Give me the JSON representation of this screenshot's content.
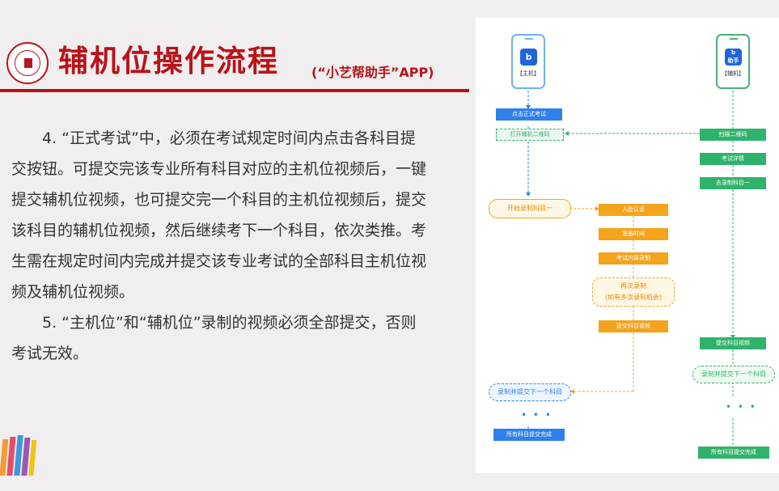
{
  "header": {
    "title": "辅机位操作流程",
    "subtitle": "(“小艺帮助手”APP)"
  },
  "paragraphs": [
    "4. “正式考试”中，必须在考试规定时间内点击各科目提交按钮。可提交完该专业所有科目对应的主机位视频后，一键提交辅机位视频，也可提交完一个科目的主机位视频后，提交该科目的辅机位视频，然后继续考下一个科目，依次类推。考生需在规定时间内完成并提交该专业考试的全部科目主机位视频及辅机位视频。",
    "5. “主机位”和“辅机位”录制的视频必须全部提交，否则考试无效。"
  ],
  "flow": {
    "colors": {
      "blue": "#2f80ea",
      "green": "#2fb36c",
      "orange": "#f4a31c"
    },
    "main_phone_label": "【主机】",
    "aux_phone_label": "【辅机】",
    "aux_app_label": "助手",
    "main": {
      "start_exam": "点击正式考试",
      "open_qr": "打开辅机二维码",
      "start_record": "开始录制科目一",
      "record_next": "录制并提交下一个科目",
      "all_done": "所有科目提交完成"
    },
    "middle": {
      "face_auth": "人脸认证",
      "prepare": "准备时间",
      "content_record": "考试内容录制",
      "rerecord_line1": "再次录制",
      "rerecord_line2": "(如有多次录制机会)",
      "submit_video": "提交科目视频"
    },
    "aux": {
      "scan_qr": "扫描二维码",
      "exam_detail": "考试详情",
      "go_subject": "去录制科目一",
      "submit_video": "提交科目视频",
      "record_next": "录制并提交下一个科目",
      "all_done": "所有科目提交完成"
    },
    "ellipsis": "• • •"
  }
}
